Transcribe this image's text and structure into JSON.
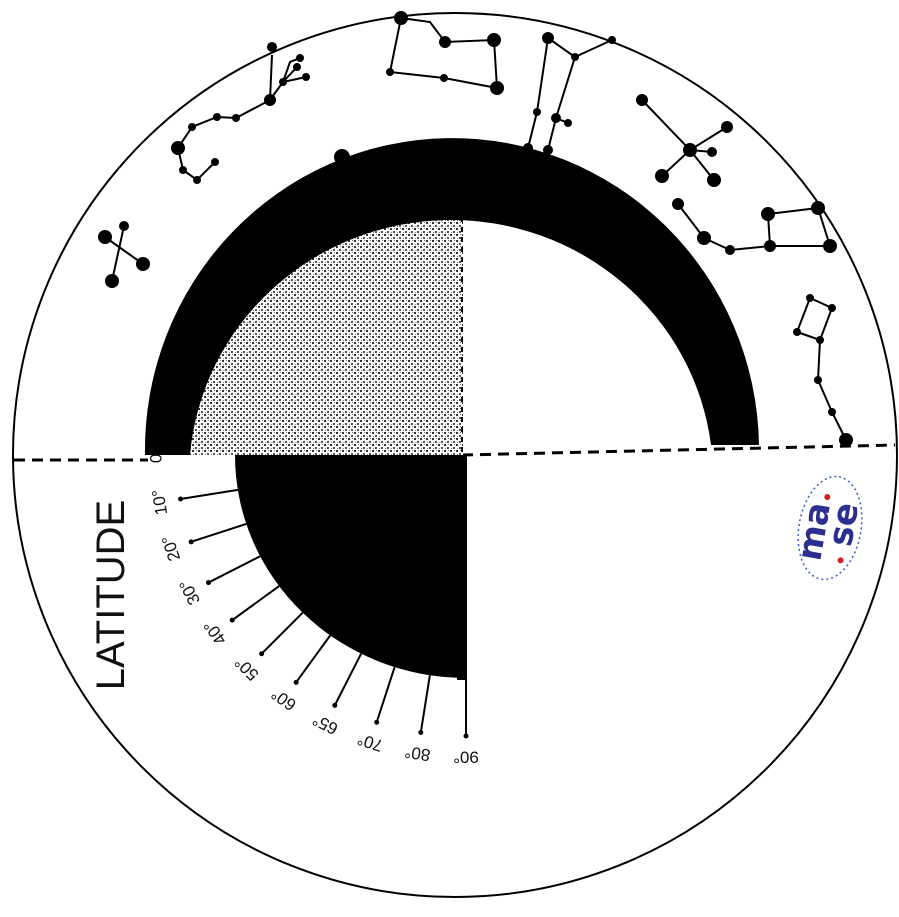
{
  "diagram": {
    "title": "LATITUDE",
    "tick_labels": [
      "0°",
      "10°",
      "20°",
      "30°",
      "40°",
      "50°",
      "60°",
      "65°",
      "70°",
      "80°",
      "90°"
    ],
    "shading": {
      "upper_left_quadrant": "stippled",
      "lower_left_quadrant": "solid-black",
      "right_half": "white"
    },
    "constellations": [
      "small-cross-left",
      "chain-upper-left",
      "branch-top-left",
      "quadrilateral-top",
      "chain-top-right",
      "cross-right",
      "trapezoid-right",
      "small-box-lower-right"
    ]
  },
  "logo": {
    "line1": "ma",
    "line2": "se",
    "colors": {
      "text": "#2b2f8f",
      "dots": "#d42020",
      "ring": "#3a5bc7"
    }
  },
  "colors": {
    "ink": "#000000",
    "paper": "#ffffff"
  }
}
